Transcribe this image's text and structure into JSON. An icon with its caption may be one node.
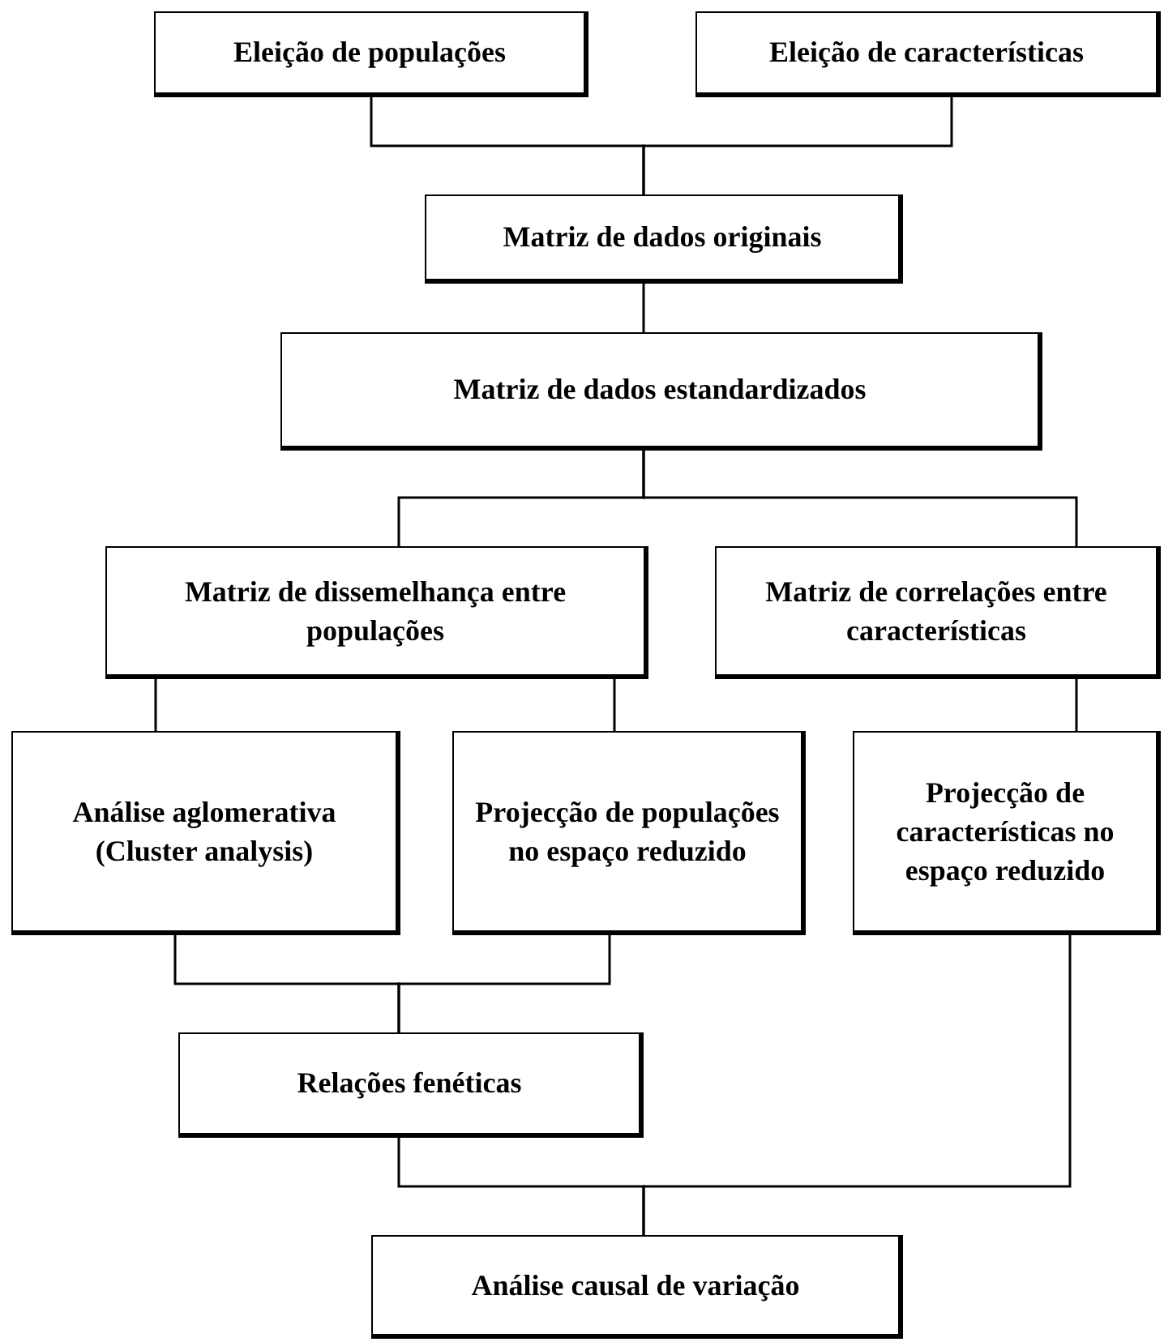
{
  "diagram": {
    "nodes": [
      {
        "text": [
          "Eleição de populações"
        ]
      },
      {
        "text": [
          "Eleição de características"
        ]
      },
      {
        "text": [
          "Matriz de dados originais"
        ]
      },
      {
        "text": [
          "Matriz de dados estandardizados"
        ]
      },
      {
        "text": [
          "Matriz de dissemelhança entre populações"
        ]
      },
      {
        "text": [
          "Matriz de correlações entre características"
        ]
      },
      {
        "text": [
          "Análise aglomerativa (Cluster analysis)"
        ]
      },
      {
        "text": [
          "Projecção de populações no espaço reduzido"
        ]
      },
      {
        "text": [
          "Projecção de características no espaço reduzido"
        ]
      },
      {
        "text": [
          "Relações fenéticas"
        ]
      },
      {
        "text": [
          "Análise causal de variação"
        ]
      }
    ],
    "edges": [
      {
        "from": 0,
        "to": 2,
        "arrow": "none"
      },
      {
        "from": 1,
        "to": 2,
        "arrow": "none"
      },
      {
        "from": 2,
        "to": 3,
        "arrow": "none"
      },
      {
        "from": 3,
        "to": 4,
        "arrow": "none"
      },
      {
        "from": 3,
        "to": 5,
        "arrow": "none"
      },
      {
        "from": 4,
        "to": 6,
        "arrow": "none"
      },
      {
        "from": 4,
        "to": 7,
        "arrow": "none"
      },
      {
        "from": 5,
        "to": 8,
        "arrow": "none"
      },
      {
        "from": 6,
        "to": 9,
        "arrow": "none"
      },
      {
        "from": 7,
        "to": 9,
        "arrow": "none"
      },
      {
        "from": 9,
        "to": 10,
        "arrow": "none"
      },
      {
        "from": 8,
        "to": 10,
        "arrow": "none"
      }
    ]
  }
}
